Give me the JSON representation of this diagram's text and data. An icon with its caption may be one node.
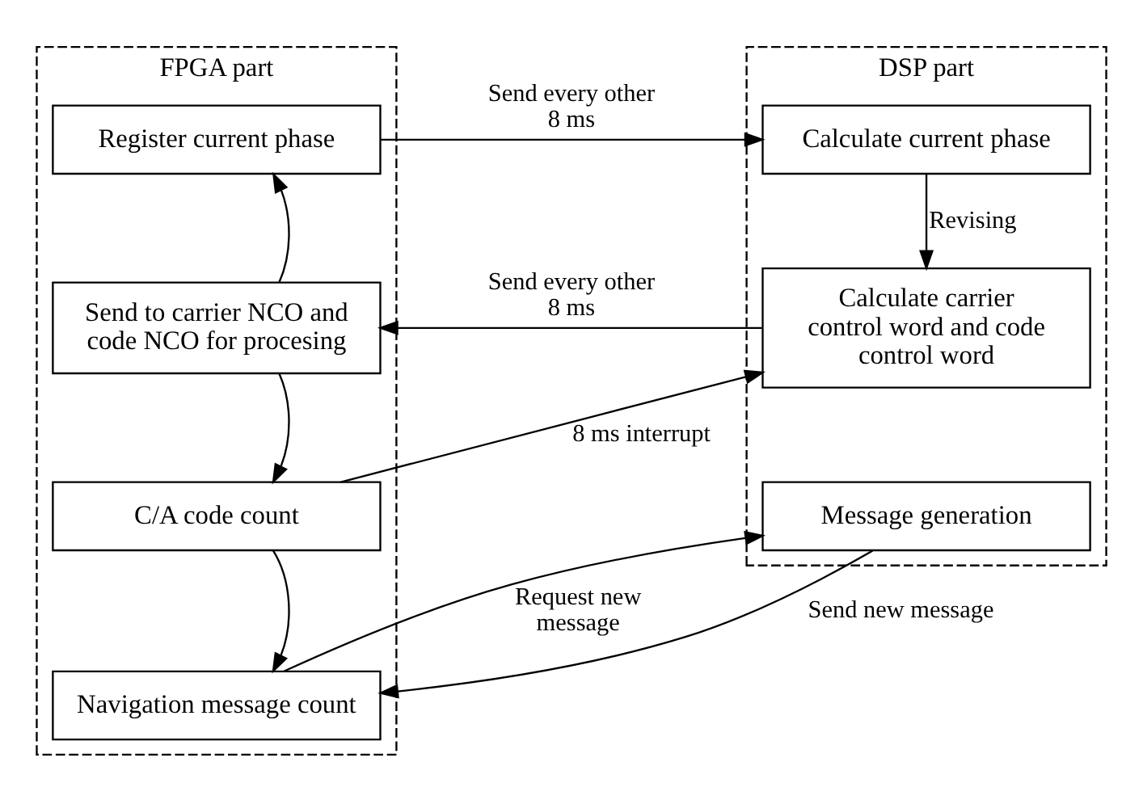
{
  "diagram": {
    "nodes": [
      {
        "text": [
          "FPGA part"
        ]
      },
      {
        "text": [
          "Register current phase"
        ],
        "in": 0
      },
      {
        "text": [
          "Send to carrier NCO and code NCO for procesing"
        ],
        "in": 0
      },
      {
        "text": [
          "C/A code count"
        ],
        "in": 0
      },
      {
        "text": [
          "Navigation message count"
        ],
        "in": 0
      },
      {
        "text": [
          "DSP part"
        ]
      },
      {
        "text": [
          "Calculate current phase"
        ],
        "in": 5
      },
      {
        "text": [
          "Calculate carrier control word and code control word"
        ],
        "in": 5
      },
      {
        "text": [
          "Message generation"
        ],
        "in": 5
      }
    ],
    "edges": [
      {
        "from": 1,
        "to": 6,
        "arrow": "to",
        "label": "Send every other 8 ms"
      },
      {
        "from": 6,
        "to": 7,
        "arrow": "to",
        "label": "Revising"
      },
      {
        "from": 7,
        "to": 2,
        "arrow": "to",
        "label": "Send every other 8 ms"
      },
      {
        "from": 2,
        "to": 1,
        "arrow": "to"
      },
      {
        "from": 2,
        "to": 3,
        "arrow": "to"
      },
      {
        "from": 3,
        "to": 7,
        "arrow": "to",
        "label": "8 ms interrupt"
      },
      {
        "from": 3,
        "to": 4,
        "arrow": "to"
      },
      {
        "from": 4,
        "to": 8,
        "arrow": "to",
        "label": "Request new message"
      },
      {
        "from": 8,
        "to": 4,
        "arrow": "to",
        "label": "Send new message"
      }
    ]
  }
}
